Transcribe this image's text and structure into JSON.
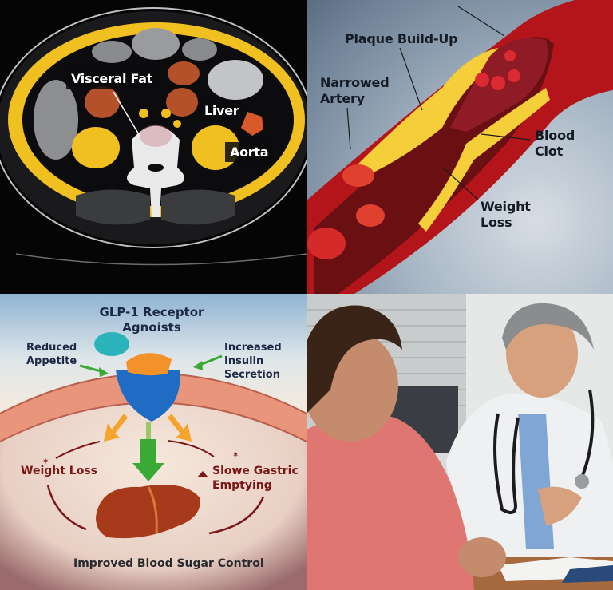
{
  "panels": {
    "ct_scan": {
      "labels": {
        "visceral_fat": "Visceral Fat",
        "liver": "Liver",
        "aorta": "Aorta"
      },
      "colors": {
        "fat": "#f2c21c",
        "organ": "#b9502a",
        "bone": "#ececec",
        "background": "#050506"
      }
    },
    "artery": {
      "labels": {
        "plaque": "Plaque Build-Up",
        "narrowed_line1": "Narrowed",
        "narrowed_line2": "Artery",
        "clot_line1": "Blood",
        "clot_line2": "Clot",
        "weight_line1": "Weight",
        "weight_line2": "Loss"
      },
      "colors": {
        "vessel": "#b3151a",
        "plaque": "#f4cf3a",
        "background": "#a9b8c6"
      }
    },
    "glp1": {
      "title_line1": "GLP-1 Receptor",
      "title_line2": "Agnoists",
      "left_line1": "Reduced",
      "left_line2": "Appetite",
      "right_line1": "Increased",
      "right_line2": "Insulin",
      "right_line3": "Secretion",
      "weight_loss": "Weight Loss",
      "gastric_line1": "Slowe Gastric",
      "gastric_line2": "Emptying",
      "bottom": "Improved Blood Sugar Control",
      "colors": {
        "receptor": "#1f6cc4",
        "ligand": "#2bb3bb",
        "arrow_green": "#3aa935",
        "arrow_orange": "#f4a42a",
        "liver": "#a83a1c",
        "text_red": "#7a1616"
      }
    },
    "consultation": {
      "colors": {
        "shirt": "#e07672",
        "coat": "#eef0f2",
        "doctor_shirt": "#7fa6d4"
      }
    }
  }
}
